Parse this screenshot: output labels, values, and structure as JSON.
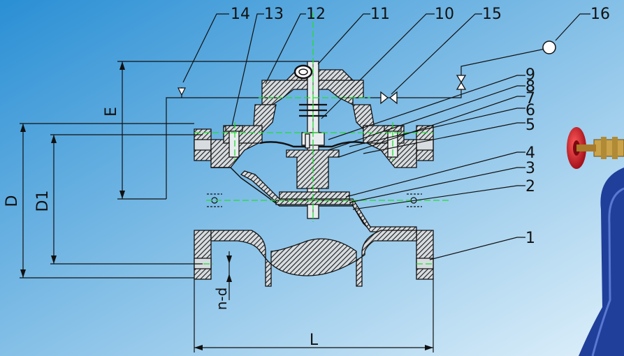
{
  "background": {
    "top": "#2a8fd4",
    "bottom": "#dff0fa"
  },
  "colors": {
    "ink": "#111111",
    "centerline": "#22dd33",
    "hatch": "#1a1a1a",
    "handwheel": "#c81e28",
    "brass": "#c9a24a",
    "blue_valve": "#1f3f9a"
  },
  "callouts": [
    "1",
    "2",
    "3",
    "4",
    "5",
    "6",
    "7",
    "8",
    "9",
    "10",
    "11",
    "12",
    "13",
    "14",
    "15",
    "16"
  ],
  "dimensions": {
    "D": "D",
    "D1": "D1",
    "E": "E",
    "L": "L",
    "nd": "n-d"
  }
}
